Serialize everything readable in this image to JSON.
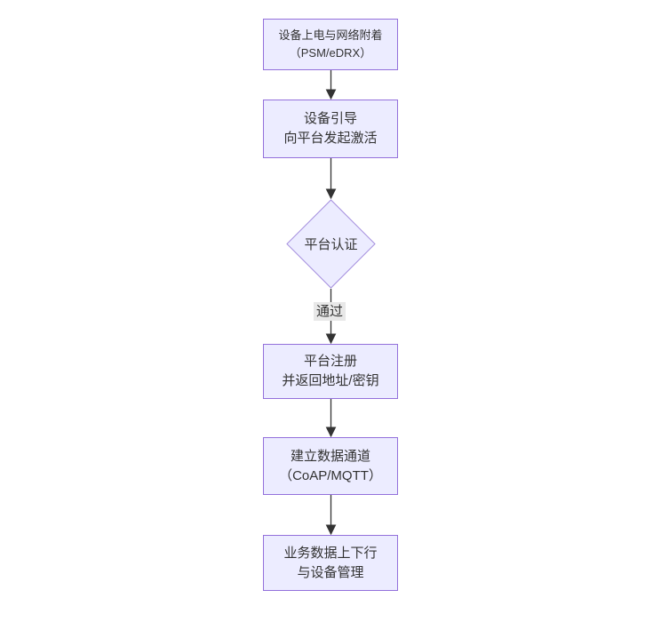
{
  "diagram": {
    "type": "flowchart",
    "direction": "top-down",
    "colors": {
      "background": "#FFFFFF",
      "node_fill": "#ECECFF",
      "node_border": "#9370DB",
      "diamond_border": "#A690DE",
      "text": "#333333",
      "arrow": "#333333",
      "edge_label_bg": "#E8E8E8"
    },
    "nodes": {
      "power_on": {
        "shape": "rect",
        "line1": "设备上电与网络附着",
        "line2": "（PSM/eDRX）"
      },
      "bootstrap": {
        "shape": "rect",
        "line1": "设备引导",
        "line2": "向平台发起激活"
      },
      "auth": {
        "shape": "diamond",
        "line1": "平台认证"
      },
      "register": {
        "shape": "rect",
        "line1": "平台注册",
        "line2": "并返回地址/密钥"
      },
      "channel": {
        "shape": "rect",
        "line1": "建立数据通道",
        "line2": "（CoAP/MQTT）"
      },
      "business": {
        "shape": "rect",
        "line1": "业务数据上下行",
        "line2": "与设备管理"
      }
    },
    "edges": {
      "power_on_to_bootstrap": {
        "label": ""
      },
      "bootstrap_to_auth": {
        "label": ""
      },
      "auth_to_register": {
        "label": "通过"
      },
      "register_to_channel": {
        "label": ""
      },
      "channel_to_business": {
        "label": ""
      }
    }
  }
}
